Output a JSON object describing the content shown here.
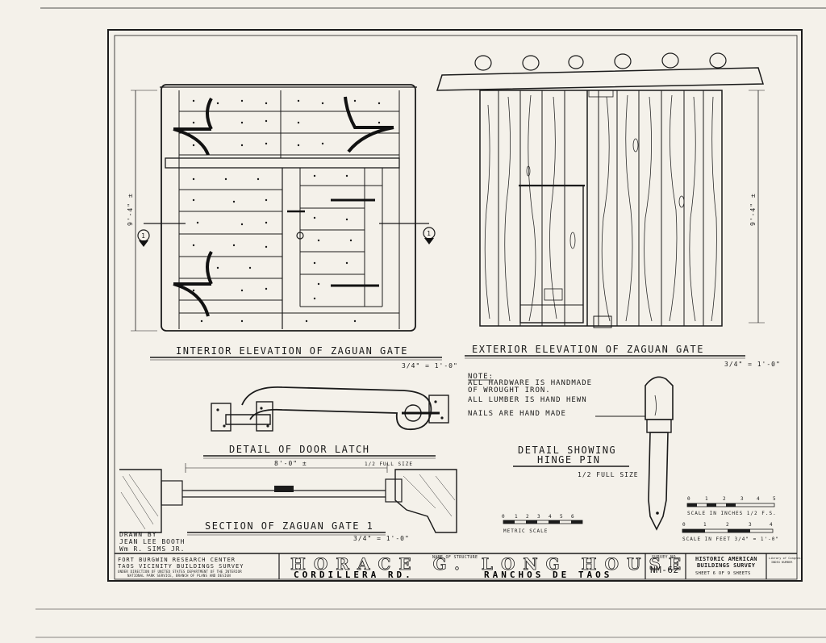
{
  "drawings": {
    "interior_elevation": {
      "title": "INTERIOR ELEVATION OF ZAGUAN GATE",
      "scale": "3/4\" = 1'-0\"",
      "dimension": "9'-4\" ±",
      "section_marker": "1"
    },
    "exterior_elevation": {
      "title": "EXTERIOR ELEVATION OF ZAGUAN GATE",
      "scale": "3/4\" = 1'-0\"",
      "dimension": "9'-4\" ±"
    },
    "door_latch": {
      "title": "DETAIL OF DOOR LATCH",
      "scale": "1/2 FULL SIZE"
    },
    "hinge_pin": {
      "title_line1": "DETAIL SHOWING",
      "title_line2": "HINGE PIN",
      "scale": "1/2 FULL SIZE"
    },
    "section": {
      "title": "SECTION OF ZAGUAN GATE 1",
      "scale": "3/4\" = 1'-0\"",
      "dimension": "8'-0\" ±"
    }
  },
  "notes": {
    "heading": "NOTE:",
    "line1": "ALL HARDWARE IS HANDMADE",
    "line2": "OF WROUGHT IRON.",
    "line3": "ALL LUMBER IS HAND HEWN",
    "line4": "NAILS ARE HAND MADE"
  },
  "scales": {
    "metric_label": "METRIC SCALE",
    "metric_ticks": [
      "0",
      "1",
      "2",
      "3",
      "4",
      "5",
      "6"
    ],
    "inches_label": "SCALE IN INCHES 1/2 F.S.",
    "inches_ticks": [
      "0",
      "1",
      "2",
      "3",
      "4",
      "5"
    ],
    "feet_label": "SCALE IN FEET 3/4\" = 1'-0\"",
    "feet_ticks": [
      "0",
      "1",
      "2",
      "3",
      "4"
    ]
  },
  "credits": {
    "drawn_by_line1": "DRAWN BY",
    "drawn_by_line2": "JEAN LEE BOOTH",
    "drawn_by_line3": "Wm R. SIMS JR."
  },
  "title_block": {
    "org_line1": "FORT BURGWIN RESEARCH CENTER",
    "org_line2": "TAOS VICINITY BUILDINGS SURVEY",
    "fine_line1": "UNDER DIRECTION OF UNITED STATES DEPARTMENT OF THE INTERIOR",
    "fine_line2": "NATIONAL PARK SERVICE, BRANCH OF PLANS AND DESIGN",
    "name_label": "NAME OF STRUCTURE",
    "structure_name": "HORACE G. LONG HOUSE",
    "location_left": "CORDILLERA RD.",
    "location_right": "RANCHOS DE TAOS",
    "survey_label": "SURVEY NO.",
    "survey_no": "NM-62",
    "habs_line1": "HISTORIC AMERICAN",
    "habs_line2": "BUILDINGS SURVEY",
    "sheet_text": "SHEET 6 OF 9 SHEETS",
    "loc_line1": "Library of Congress",
    "loc_line2": "INDEX NUMBER"
  }
}
